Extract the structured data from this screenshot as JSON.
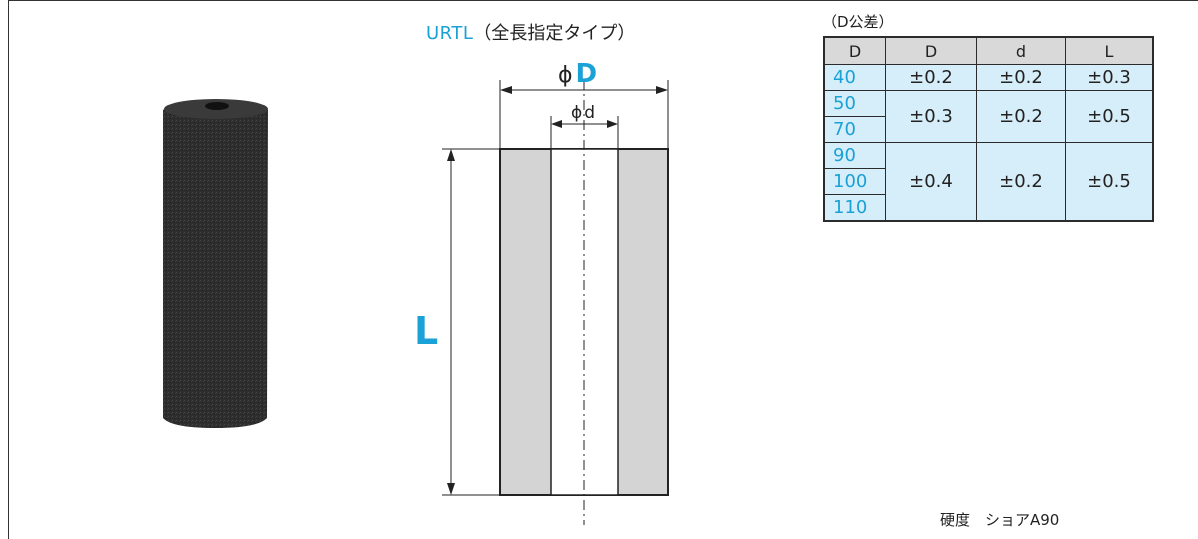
{
  "title": {
    "brand": "URTL",
    "subtitle": "（全長指定タイプ）"
  },
  "dimensions": {
    "outer_diameter": "D",
    "inner_diameter": "d",
    "length": "L",
    "phi": "ϕ"
  },
  "tolerance_table": {
    "caption": "（D公差）",
    "headers": [
      "D",
      "D",
      "d",
      "L"
    ],
    "groups": [
      {
        "sizes": [
          "40"
        ],
        "D": "±0.2",
        "d": "±0.2",
        "L": "±0.3"
      },
      {
        "sizes": [
          "50",
          "70"
        ],
        "D": "±0.3",
        "d": "±0.2",
        "L": "±0.5"
      },
      {
        "sizes": [
          "90",
          "100",
          "110"
        ],
        "D": "±0.4",
        "d": "±0.2",
        "L": "±0.5"
      }
    ]
  },
  "hardness": "硬度　ショアA90",
  "colors": {
    "accent": "#1aa1d6",
    "section_fill": "#d4d4d4",
    "table_fill": "#d6eef9",
    "header_fill": "#d9d9d9"
  }
}
